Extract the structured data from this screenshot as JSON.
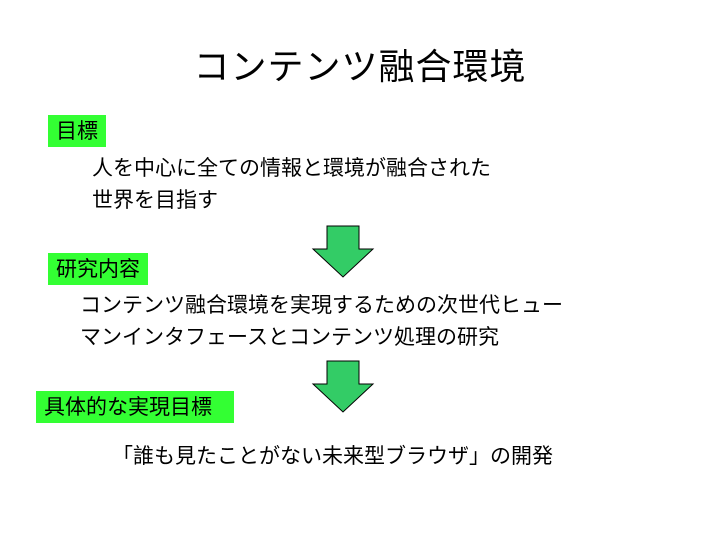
{
  "title": "コンテンツ融合環境",
  "sections": [
    {
      "label": "目標",
      "lines": [
        "人を中心に全ての情報と環境が融合された",
        "世界を目指す"
      ]
    },
    {
      "label": "研究内容",
      "lines": [
        "コンテンツ融合環境を実現するための次世代ヒュー",
        "マンインタフェースとコンテンツ処理の研究"
      ]
    },
    {
      "label": "具体的な実現目標",
      "lines": [
        "「誰も見たことがない未来型ブラウザ」の開発"
      ]
    }
  ],
  "colors": {
    "label_bg": "#33ff33",
    "arrow_fill": "#33cc66",
    "arrow_stroke": "#000000"
  }
}
